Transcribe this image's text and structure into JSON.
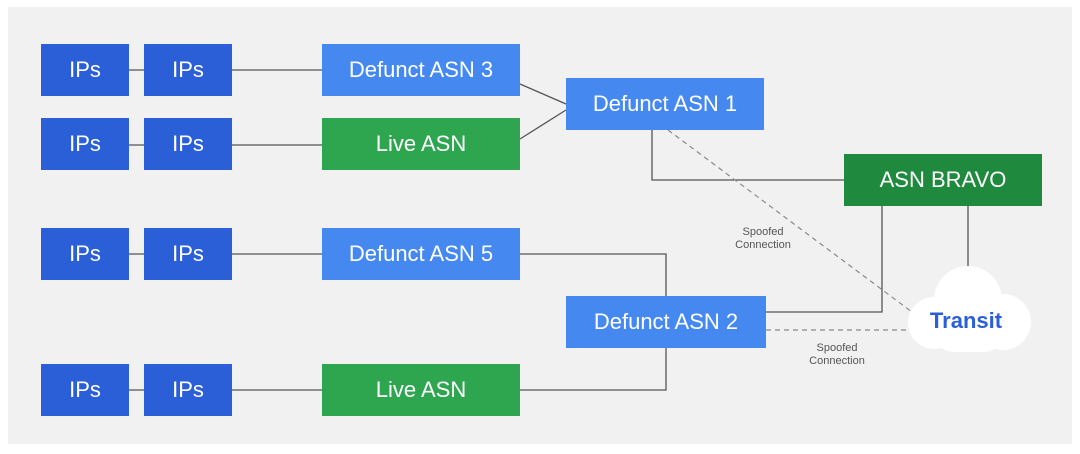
{
  "nodes": {
    "ips_1a": "IPs",
    "ips_1b": "IPs",
    "ips_2a": "IPs",
    "ips_2b": "IPs",
    "ips_3a": "IPs",
    "ips_3b": "IPs",
    "ips_4a": "IPs",
    "ips_4b": "IPs",
    "defunct_asn_3": "Defunct ASN 3",
    "live_asn_top": "Live ASN",
    "defunct_asn_1": "Defunct ASN 1",
    "asn_bravo": "ASN BRAVO",
    "defunct_asn_5": "Defunct ASN 5",
    "defunct_asn_2": "Defunct ASN 2",
    "live_asn_bottom": "Live ASN",
    "transit": "Transit"
  },
  "notes": {
    "spoofed_1_line1": "Spoofed",
    "spoofed_1_line2": "Connection",
    "spoofed_2_line1": "Spoofed",
    "spoofed_2_line2": "Connection"
  },
  "colors": {
    "ips": "#2b5fd8",
    "defunct": "#4589f0",
    "live": "#2ea650",
    "bravo": "#1f8a3d",
    "transit_text": "#2b5fd8"
  }
}
